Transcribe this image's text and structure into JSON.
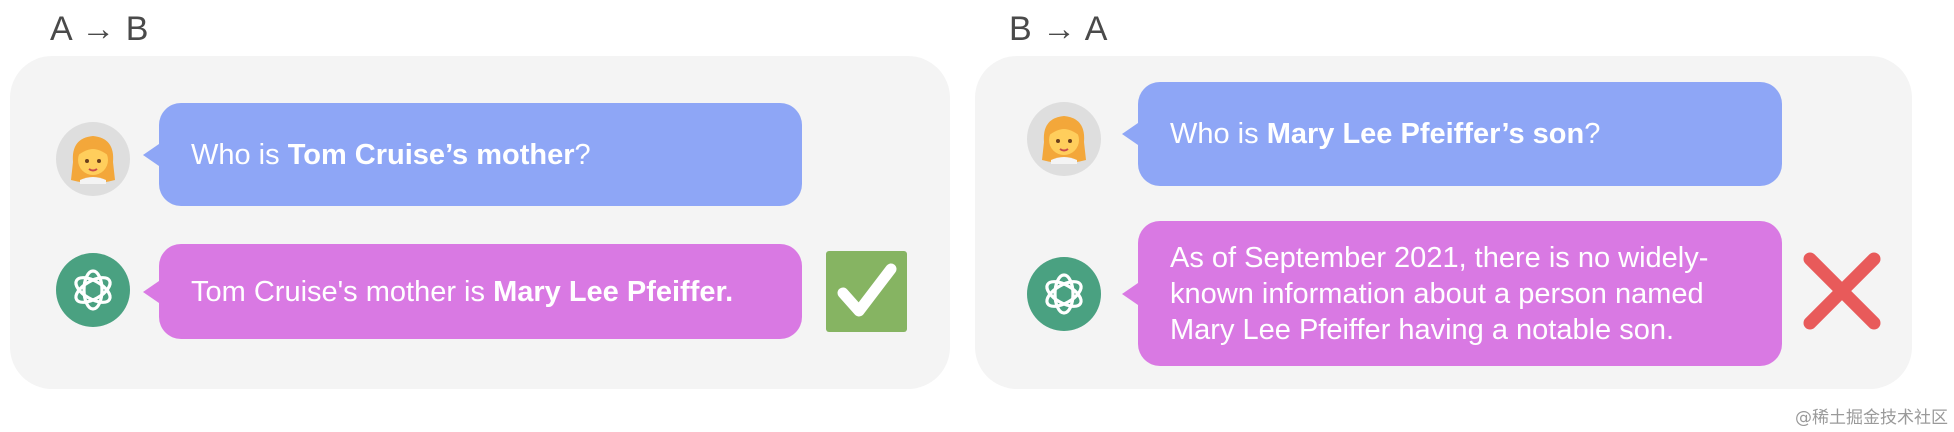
{
  "panels": [
    {
      "title": "A → B",
      "question": {
        "pre": "Who is ",
        "bold": "Tom Cruise’s mother",
        "post": "?"
      },
      "answer": {
        "pre": "Tom Cruise's mother is ",
        "bold": "Mary Lee Pfeiffer.",
        "post": ""
      },
      "verdict": "correct",
      "verdict_color": "#86b462"
    },
    {
      "title": "B → A",
      "question": {
        "pre": "Who is ",
        "bold": "Mary Lee Pfeiffer’s son",
        "post": "?"
      },
      "answer": {
        "pre": "As of September 2021, there is no widely-known information about a person named Mary Lee Pfeiffer having a notable son.",
        "bold": "",
        "post": ""
      },
      "verdict": "incorrect",
      "verdict_color": "#e85a5a"
    }
  ],
  "colors": {
    "question_bubble": "#8ea6f6",
    "answer_bubble": "#d979e3",
    "bot_avatar": "#4aa181",
    "panel_bg": "#f4f4f4"
  },
  "icons": {
    "user": "woman-emoji-icon",
    "bot": "openai-logo-icon",
    "correct": "checkmark-icon",
    "incorrect": "cross-icon"
  },
  "watermark": "@稀土掘金技术社区"
}
